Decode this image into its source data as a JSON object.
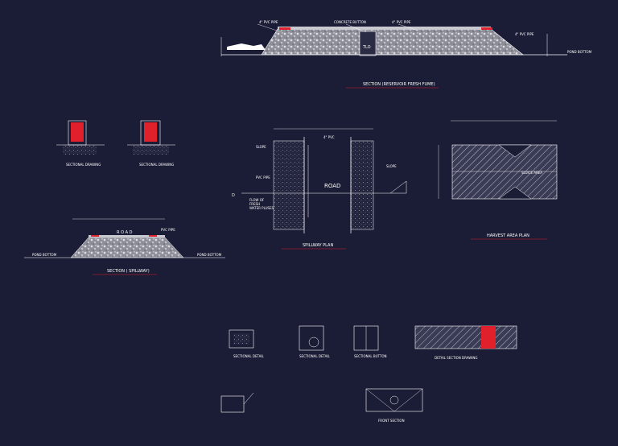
{
  "drawing": {
    "background_color": "#1b1c35",
    "line_color": "#ffffff",
    "accent_color": "#e0202a",
    "reservoir": {
      "title": "SECTION (RESERVOIR FRESH FUME)",
      "label_left_pipe": "4\" PVC PIPE",
      "label_concrete": "CONCRETE BUTTON",
      "label_right_pipe": "4\" PVC PIPE",
      "label_right_pipe2": "4\" PVC PIPE",
      "label_pond_bottom": "POND BOTTOM",
      "label_tag": "TLO"
    },
    "spillway": {
      "title": "SPILLWAY PLAN",
      "road_label": "ROAD",
      "label_slope_left": "SLOPE",
      "label_slope_right": "SLOPE",
      "label_pvc_pipe": "PVC PIPE",
      "label_flow": "FLOW OF",
      "label_flow2": "FRESH",
      "label_flow3": "WATER PLUSES",
      "label_top": "4\" PVC",
      "label_d": "D"
    },
    "harvest": {
      "title": "HARVEST AREA PLAN",
      "label_center": "SLUICE AREA"
    },
    "spillway_section": {
      "title": "SECTION ( SPILLWAY)",
      "road_label": "R O A D",
      "label_pipe": "PVC PIPE",
      "label_left_bottom": "POND BOTTOM",
      "label_right_bottom": "POND BOTTOM"
    },
    "small_details": {
      "a_title": "SECTIONAL DRAWING",
      "b_title": "SECTIONAL DRAWING",
      "c_title": "SECTIONAL DETAIL",
      "d_title": "SECTIONAL DETAIL",
      "e_title": "SECTIONAL BUTTON",
      "f_title": "DETAIL SECTION DRAWING",
      "g_title": "FRONT SECTION"
    }
  }
}
